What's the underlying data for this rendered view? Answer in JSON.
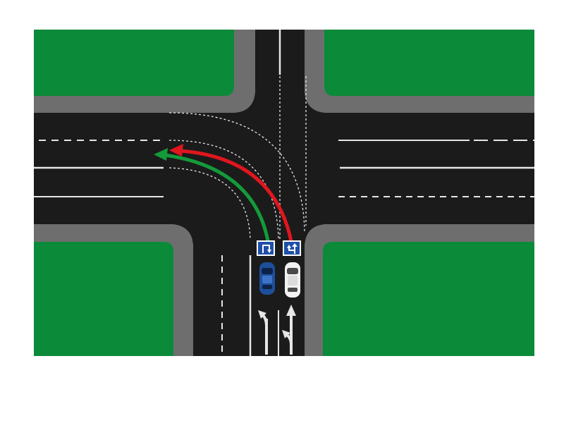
{
  "colors": {
    "grass": "#0b8a3a",
    "curb": "#6e6e6e",
    "asphalt": "#1b1b1b",
    "marking": "#e6e6e6",
    "sign_blue": "#1f4fa8",
    "path_green": "#149a3a",
    "path_red": "#e0161e",
    "car_blue": "#1e4f9c",
    "car_white": "#f2f2f2"
  },
  "signs": [
    {
      "icon": "left-turn-lane-sign-icon"
    },
    {
      "icon": "straight-or-left-lane-sign-icon"
    }
  ],
  "vehicles": [
    {
      "icon": "blue-car-icon",
      "color": "blue"
    },
    {
      "icon": "white-car-icon",
      "color": "white"
    }
  ],
  "paths": [
    {
      "name": "green",
      "color": "#149a3a"
    },
    {
      "name": "red",
      "color": "#e0161e"
    }
  ]
}
